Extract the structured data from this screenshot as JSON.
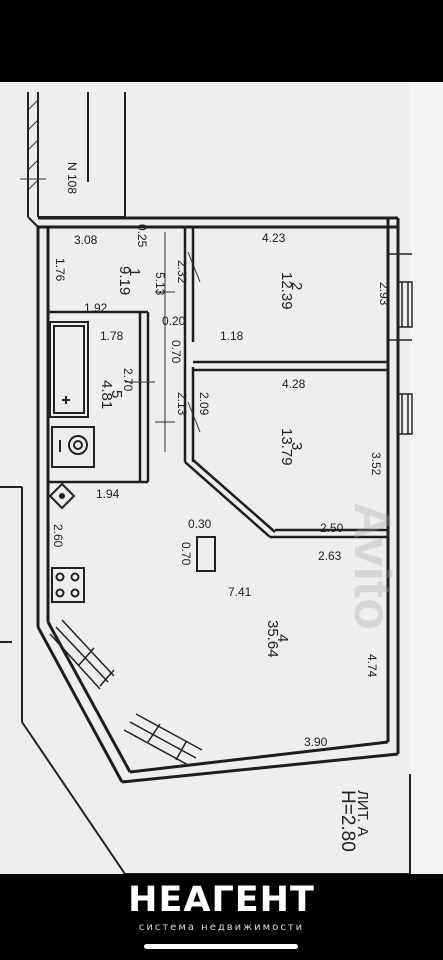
{
  "plan": {
    "labels": {
      "corridor_no": "N 108",
      "d_308": "3.08",
      "d_025": "0.25",
      "d_176": "1.76",
      "d_192": "1.92",
      "d_178": "1.78",
      "d_270": "2.70",
      "d_194": "1.94",
      "d_260": "2.60",
      "d_423": "4.23",
      "d_293": "2.93",
      "d_118": "1.18",
      "d_428": "4.28",
      "d_352": "3.52",
      "d_030": "0.30",
      "d_070b": "0.70",
      "d_250": "2.50",
      "d_263": "2.63",
      "d_741": "7.41",
      "d_474": "4.74",
      "d_390": "3.90",
      "d_232": "2.32",
      "d_513": "5.13",
      "d_020": "0.20",
      "d_070a": "0.70",
      "d_213": "2.13",
      "d_209": "2.09",
      "room1_no": "1",
      "room1_area": "9.19",
      "room2_no": "2",
      "room2_area": "12.39",
      "room3_no": "3",
      "room3_area": "13.79",
      "room4_no": "4",
      "room4_area": "35.64",
      "room5_no": "5",
      "room5_area": "4.81",
      "lit": "ЛИТ. А",
      "height": "Н=2.80"
    }
  },
  "watermark": "Avito",
  "brand": {
    "name": "НЕАГЕНТ",
    "subtitle": "система недвижимости"
  }
}
